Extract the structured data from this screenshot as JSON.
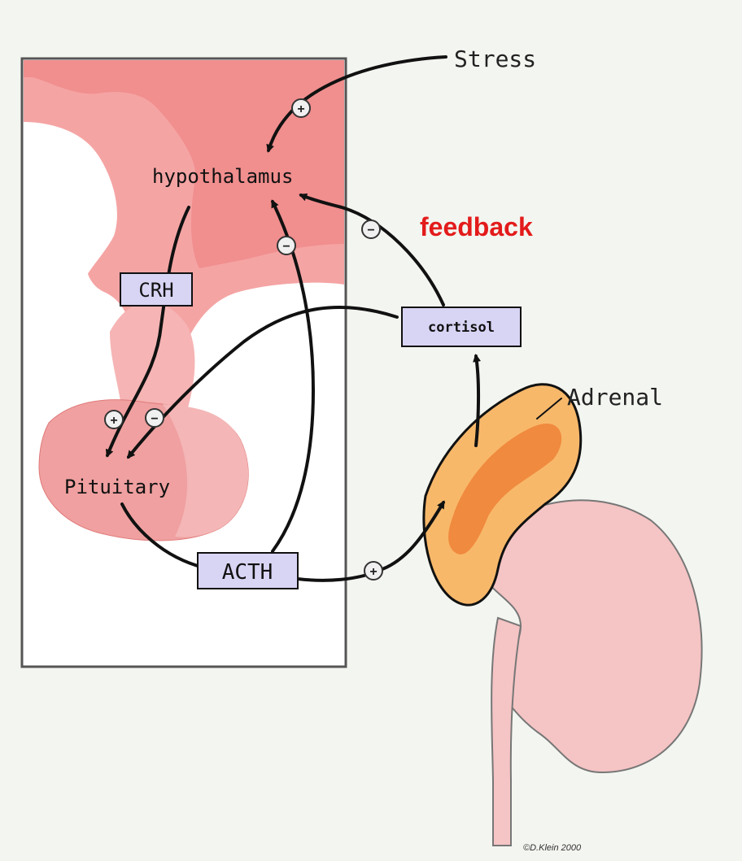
{
  "labels": {
    "stress": "Stress",
    "hypothalamus": "hypothalamus",
    "feedback": "feedback",
    "crh": "CRH",
    "cortisol": "cortisol",
    "adrenal": "Adrenal",
    "pituitary": "Pituitary",
    "acth": "ACTH",
    "credit": "©D.Klein 2000"
  },
  "signs": {
    "plus": "+",
    "minus": "−"
  },
  "colors": {
    "background": "#f3f5f0",
    "brain_tissue": "#f39a9a",
    "brain_light": "#f6b8b8",
    "pituitary": "#f0a0a0",
    "kidney": "#f5c4c4",
    "adrenal_outer": "#f8b86a",
    "adrenal_inner": "#f08a3e",
    "label_box": "#d8d4f4",
    "feedback_text": "#e31b1b",
    "arrow": "#111111"
  }
}
